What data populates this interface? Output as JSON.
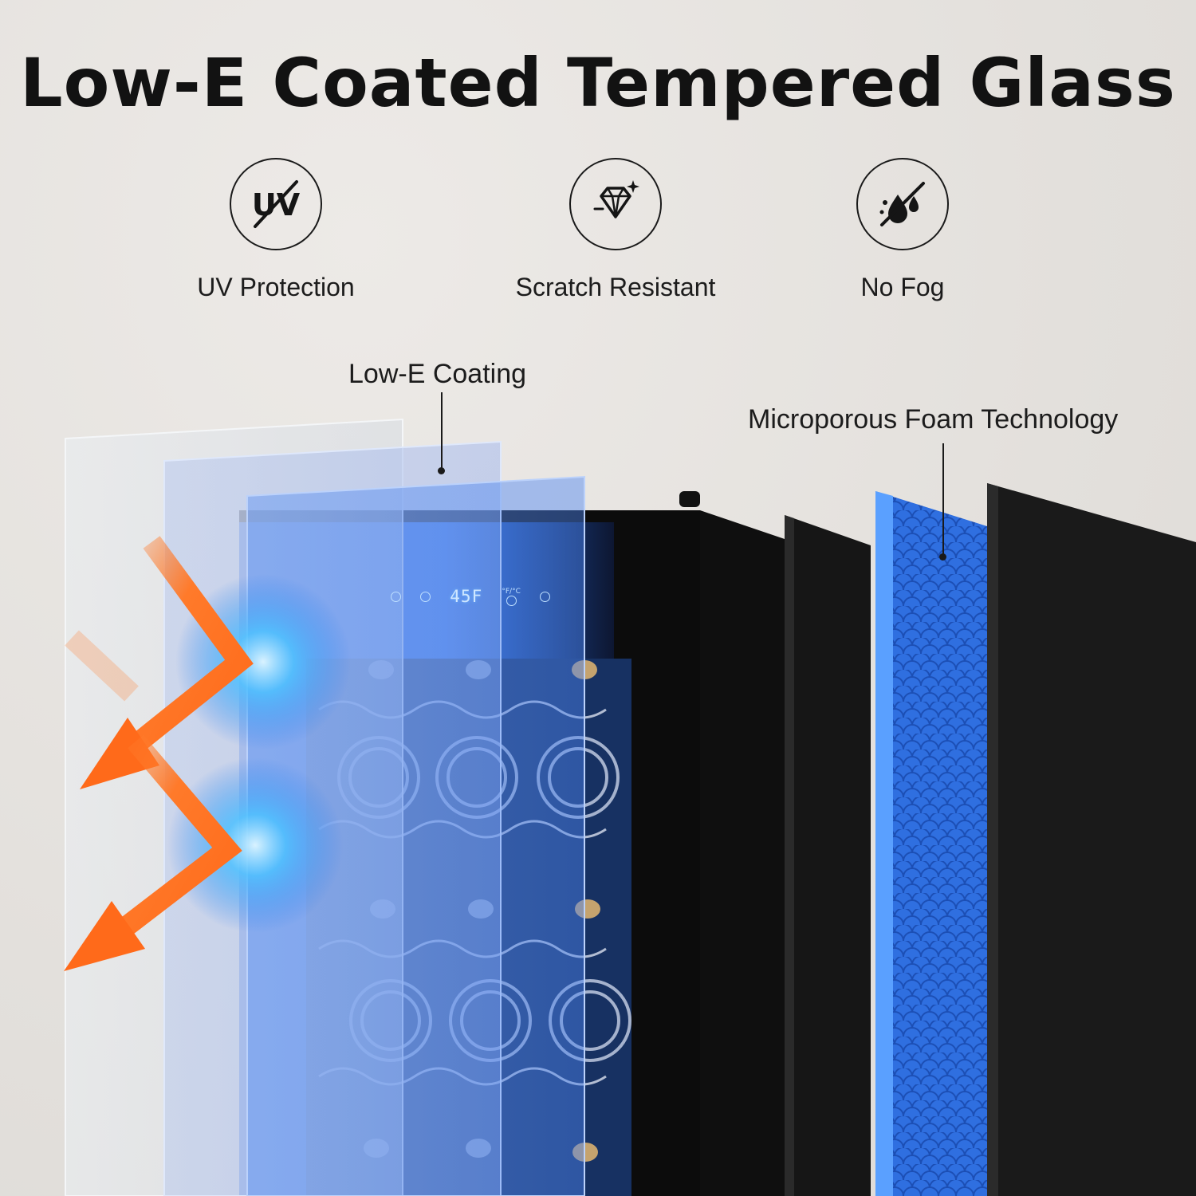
{
  "headline": "Low-E Coated Tempered Glass",
  "features": [
    {
      "icon": "uv-crossed-icon",
      "label": "UV Protection"
    },
    {
      "icon": "diamond-icon",
      "label": "Scratch Resistant"
    },
    {
      "icon": "no-fog-icon",
      "label": "No Fog"
    }
  ],
  "callouts": {
    "coating": "Low-E Coating",
    "foam": "Microporous Foam Technology"
  },
  "control_panel": {
    "temperature": "45F",
    "unit_switch": "°F/°C"
  },
  "colors": {
    "background": "#e6e3df",
    "glass_blue": "#3d7cf0",
    "arrow_orange": "#ff7a2a",
    "foam_blue": "#2f6fe0",
    "cabinet_black": "#141414"
  }
}
